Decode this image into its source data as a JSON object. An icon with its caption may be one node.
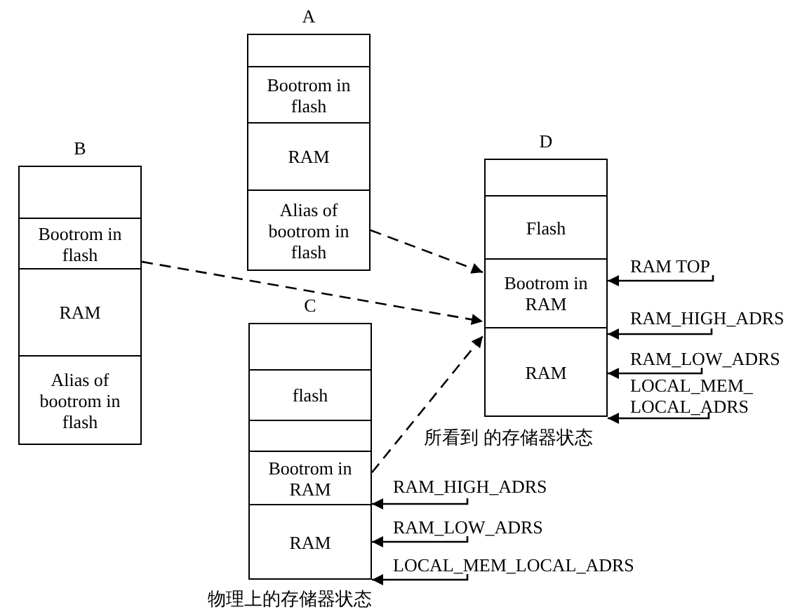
{
  "diagram": {
    "nodes": [
      {
        "text": [
          "A"
        ]
      },
      {
        "text": [],
        "shape": "box",
        "in": 0
      },
      {
        "text": [
          "Bootrom in flash"
        ],
        "in": 0
      },
      {
        "text": [
          "RAM"
        ],
        "in": 0
      },
      {
        "text": [
          "Alias of bootrom in flash"
        ],
        "in": 0
      },
      {
        "text": [
          "B"
        ]
      },
      {
        "text": [],
        "shape": "box",
        "in": 5
      },
      {
        "text": [
          "Bootrom in flash"
        ],
        "in": 5
      },
      {
        "text": [
          "RAM"
        ],
        "in": 5
      },
      {
        "text": [
          "Alias of bootrom in flash"
        ],
        "in": 5
      },
      {
        "text": [
          "D"
        ]
      },
      {
        "text": [],
        "shape": "box",
        "in": 10
      },
      {
        "text": [
          "Flash"
        ],
        "in": 10
      },
      {
        "text": [
          "Bootrom in RAM"
        ],
        "in": 10
      },
      {
        "text": [
          "RAM"
        ],
        "in": 10
      },
      {
        "text": [
          "RAM TOP"
        ]
      },
      {
        "text": [
          "RAM_HIGH_ADRS"
        ]
      },
      {
        "text": [
          "RAM_LOW_ADRS"
        ]
      },
      {
        "text": [
          "LOCAL_MEM_ LOCAL_ADRS"
        ]
      },
      {
        "text": [
          "C"
        ]
      },
      {
        "text": [],
        "shape": "box",
        "in": 19
      },
      {
        "text": [
          "flash"
        ],
        "in": 19
      },
      {
        "text": [],
        "shape": "box",
        "in": 19
      },
      {
        "text": [
          "Bootrom in RAM"
        ],
        "in": 19
      },
      {
        "text": [
          "RAM"
        ],
        "in": 19
      },
      {
        "text": [
          "RAM_HIGH_ADRS"
        ]
      },
      {
        "text": [
          "RAM_LOW_ADRS"
        ]
      },
      {
        "text": [
          "LOCAL_MEM_LOCAL_ADRS"
        ]
      }
    ],
    "edges": [
      {
        "from": 4,
        "to": 13,
        "arrow": "to",
        "style": "dashed"
      },
      {
        "from": 7,
        "to": 13,
        "arrow": "to",
        "style": "dashed"
      },
      {
        "from": 23,
        "to": 14,
        "arrow": "to",
        "style": "dashed"
      },
      {
        "from": 15,
        "to": 10,
        "arrow": "to"
      },
      {
        "from": 16,
        "to": 10,
        "arrow": "to"
      },
      {
        "from": 17,
        "to": 10,
        "arrow": "to"
      },
      {
        "from": 18,
        "to": 10,
        "arrow": "to"
      },
      {
        "from": 25,
        "to": 19,
        "arrow": "to"
      },
      {
        "from": 26,
        "to": 19,
        "arrow": "to"
      },
      {
        "from": 27,
        "to": 19,
        "arrow": "to"
      }
    ],
    "labels": [
      "所看到 的存储器状态",
      "物理上的存储器状态"
    ]
  }
}
